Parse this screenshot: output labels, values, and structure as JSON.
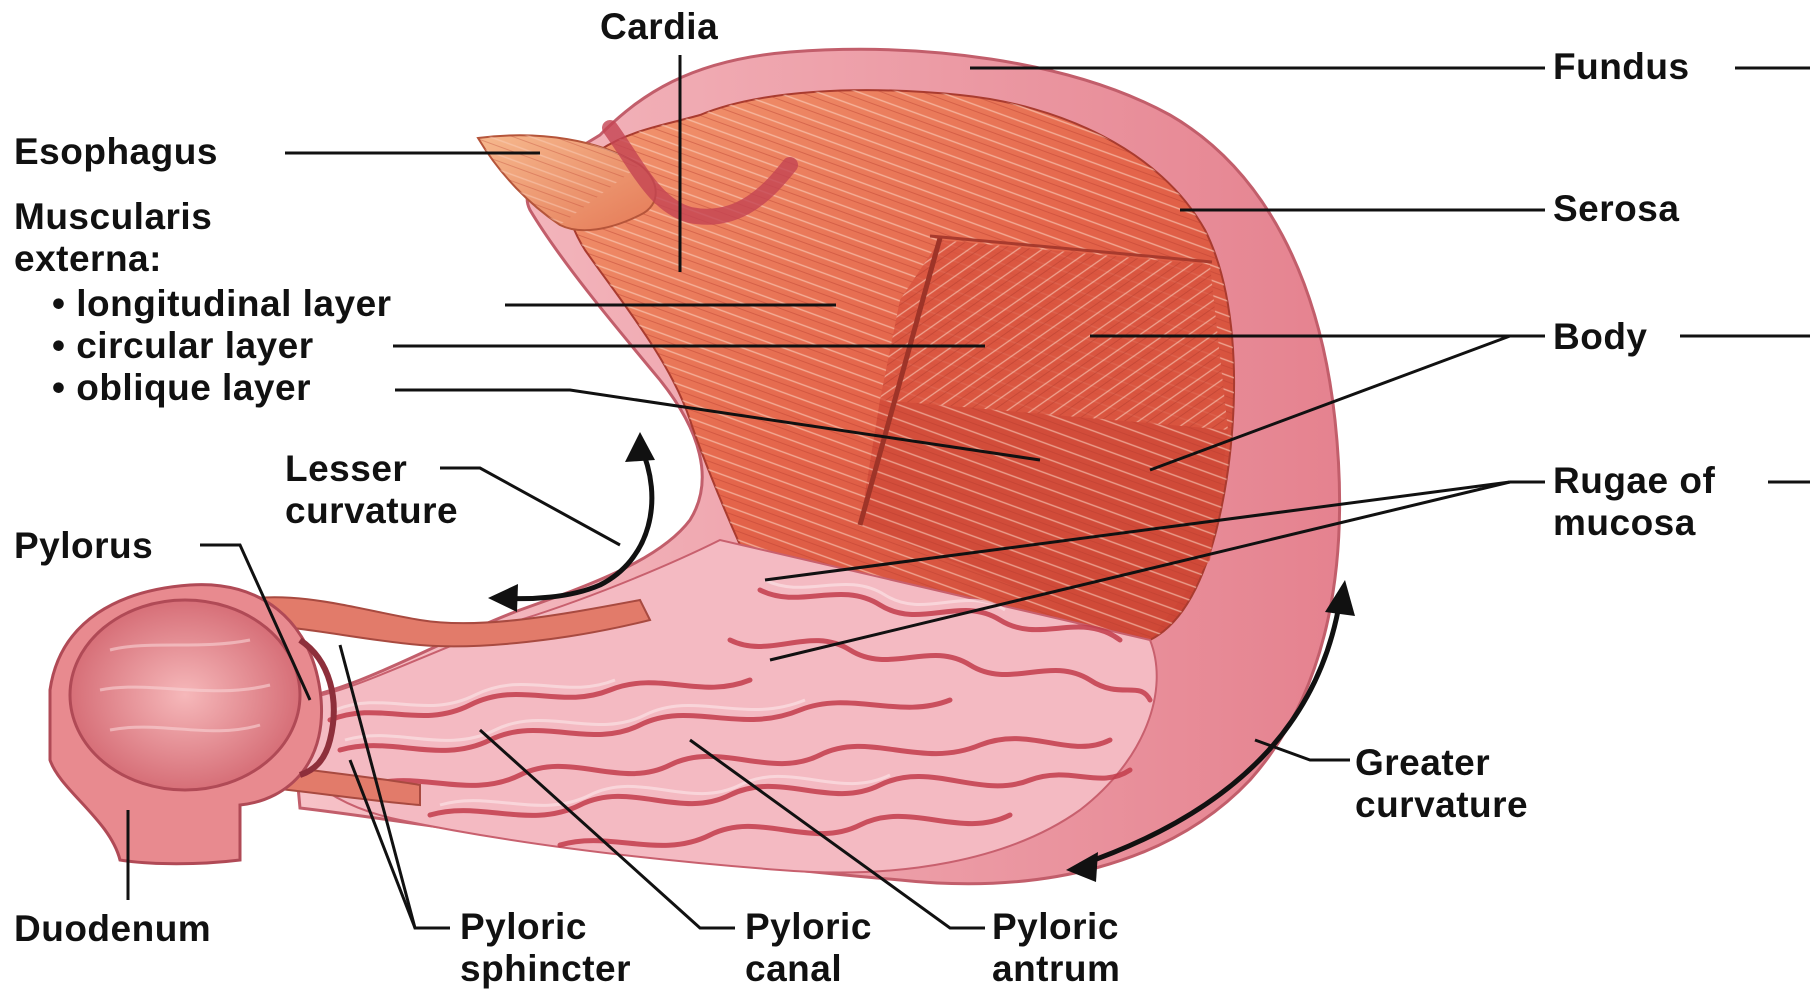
{
  "labels": {
    "cardia": "Cardia",
    "fundus": "Fundus",
    "esophagus": "Esophagus",
    "muscularis_line1": "Muscularis",
    "muscularis_line2": "externa:",
    "longitudinal": "• longitudinal layer",
    "circular": "• circular layer",
    "oblique": "• oblique layer",
    "serosa": "Serosa",
    "body": "Body",
    "lesser_line1": "Lesser",
    "lesser_line2": "curvature",
    "pylorus": "Pylorus",
    "rugae_line1": "Rugae of",
    "rugae_line2": "mucosa",
    "greater_line1": "Greater",
    "greater_line2": "curvature",
    "duodenum": "Duodenum",
    "pyloric_sphincter_line1": "Pyloric",
    "pyloric_sphincter_line2": "sphincter",
    "pyloric_canal_line1": "Pyloric",
    "pyloric_canal_line2": "canal",
    "pyloric_antrum_line1": "Pyloric",
    "pyloric_antrum_line2": "antrum"
  },
  "colors": {
    "muscle": "#d9503c",
    "muscle_light": "#f08a68",
    "serosa": "#f4a9b0",
    "serosa_dark": "#e07a86",
    "mucosa": "#f2b8bf",
    "rugae_fold": "#c8404d",
    "esophagus": "#f0a070",
    "duodenum": "#e8868a",
    "leader_line": "#111111"
  }
}
